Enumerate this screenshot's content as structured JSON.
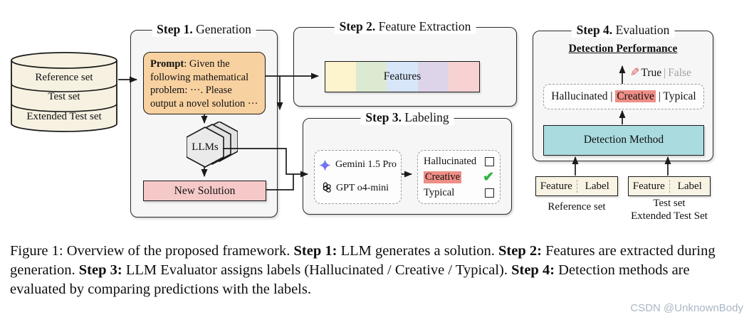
{
  "figure": {
    "database": {
      "rows": [
        "Reference set",
        "Test set",
        "Extended Test set"
      ]
    },
    "step1": {
      "title_bold": "Step 1.",
      "title_rest": " Generation",
      "prompt_bold": "Prompt",
      "prompt_body": ": Given the following mathematical problem: ···. Please output a novel solution ···",
      "llms_label": "LLMs",
      "new_solution_label": "New Solution"
    },
    "step2": {
      "title_bold": "Step 2.",
      "title_rest": " Feature Extraction",
      "features_label": "Features",
      "segment_colors": [
        "#fdf3cd",
        "#dcead2",
        "#d7e6f8",
        "#ded4ea",
        "#f8d2d2"
      ]
    },
    "step3": {
      "title_bold": "Step 3.",
      "title_rest": " Labeling",
      "models": [
        {
          "name": "Gemini 1.5 Pro",
          "icon": "gemini-star-icon"
        },
        {
          "name": "GPT o4-mini",
          "icon": "openai-icon"
        }
      ],
      "labels": [
        {
          "name": "Hallucinated",
          "checked": false
        },
        {
          "name": "Creative",
          "checked": true,
          "highlight": "#ee8e86"
        },
        {
          "name": "Typical",
          "checked": false
        }
      ],
      "checkmark": "✔"
    },
    "step4": {
      "title_bold": "Step 4.",
      "title_rest": " Evaluation",
      "performance_label": "Detection Performance",
      "pencil_glyph": "✎",
      "true_label": "True",
      "divider": "|",
      "false_label": "False",
      "classes_left": "Hallucinated | ",
      "classes_mid": "Creative",
      "classes_right": " | Typical",
      "method_label": "Detection Method"
    },
    "datasets": [
      {
        "feature": "Feature",
        "label": "Label",
        "caption_lines": [
          "Reference set"
        ]
      },
      {
        "feature": "Feature",
        "label": "Label",
        "caption_lines": [
          "Test set",
          "Extended Test Set"
        ]
      }
    ]
  },
  "caption": {
    "segments": [
      {
        "text": "Figure 1: Overview of the proposed framework. ",
        "bold": false
      },
      {
        "text": "Step 1:",
        "bold": true
      },
      {
        "text": " LLM generates a solution. ",
        "bold": false
      },
      {
        "text": "Step 2:",
        "bold": true
      },
      {
        "text": " Features are extracted during generation. ",
        "bold": false
      },
      {
        "text": "Step 3:",
        "bold": true
      },
      {
        "text": " LLM Evaluator assigns labels (Hallucinated / Creative / Typical). ",
        "bold": false
      },
      {
        "text": "Step 4:",
        "bold": true
      },
      {
        "text": " Detection methods are evaluated by comparing predictions with the labels.",
        "bold": false
      }
    ]
  },
  "watermark": "CSDN @UnknownBody",
  "colors": {
    "box_bg": "#f6f6f7",
    "border": "#2b2b2b",
    "prompt_bg": "#f8d1a0",
    "new_solution_bg": "#f6c9c9",
    "cylinder_bg": "#f6f1e1",
    "detection_method_bg": "#a9dbdf",
    "creative_highlight": "#ee8e86",
    "check_green": "#2fb344",
    "pencil_red": "#d9534f",
    "false_gray": "#a0a0a0",
    "watermark_gray": "#a9b7c6"
  }
}
